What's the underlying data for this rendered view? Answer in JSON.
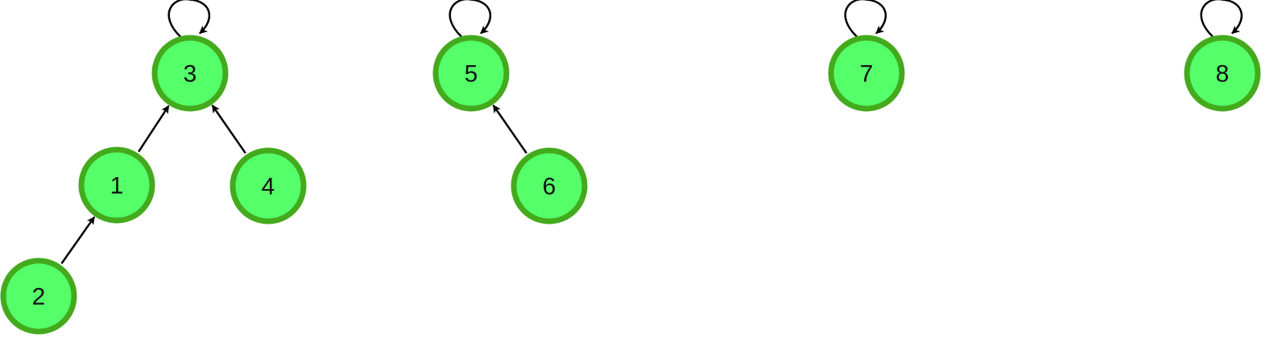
{
  "diagram": {
    "type": "disjoint-set-forest",
    "colors": {
      "node_fill": "#55ff6a",
      "node_stroke": "#44aa1d",
      "edge": "#000000",
      "background": "#ffffff"
    },
    "nodes": [
      {
        "id": "n3",
        "label": "3"
      },
      {
        "id": "n1",
        "label": "1"
      },
      {
        "id": "n4",
        "label": "4"
      },
      {
        "id": "n2",
        "label": "2"
      },
      {
        "id": "n5",
        "label": "5"
      },
      {
        "id": "n6",
        "label": "6"
      },
      {
        "id": "n7",
        "label": "7"
      },
      {
        "id": "n8",
        "label": "8"
      }
    ],
    "edges": [
      {
        "from": "n1",
        "to": "n3"
      },
      {
        "from": "n4",
        "to": "n3"
      },
      {
        "from": "n2",
        "to": "n1"
      },
      {
        "from": "n6",
        "to": "n5"
      }
    ],
    "self_loops": [
      "n3",
      "n5",
      "n7",
      "n8"
    ]
  }
}
